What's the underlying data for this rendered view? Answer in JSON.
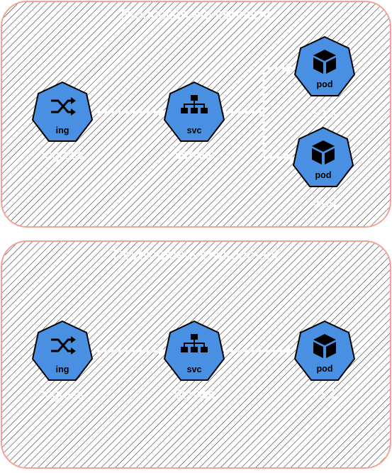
{
  "colors": {
    "accent_fill": "#4a90e2",
    "node_outline": "#000000",
    "panel_border": "#f4a395",
    "hatch": "#1a1a1a",
    "text": "#ffffff"
  },
  "top_panel": {
    "title": "Production environment",
    "ingress": {
      "badge": "ing",
      "label": "Ingress",
      "icon": "shuffle-icon"
    },
    "service": {
      "badge": "svc",
      "label": "Service",
      "icon": "sitemap-icon"
    },
    "pod_upper": {
      "badge": "pod",
      "label": "v1.1",
      "icon": "cube-icon"
    },
    "pod_lower": {
      "badge": "pod",
      "label": "v1.0",
      "icon": "cube-icon"
    }
  },
  "bottom_panel": {
    "title": "Development environment",
    "ingress": {
      "badge": "ing",
      "label": "Ingress",
      "icon": "shuffle-icon"
    },
    "service": {
      "badge": "svc",
      "label": "Service",
      "icon": "sitemap-icon"
    },
    "pod": {
      "badge": "pod",
      "label": "v1.1",
      "icon": "cube-icon"
    }
  }
}
